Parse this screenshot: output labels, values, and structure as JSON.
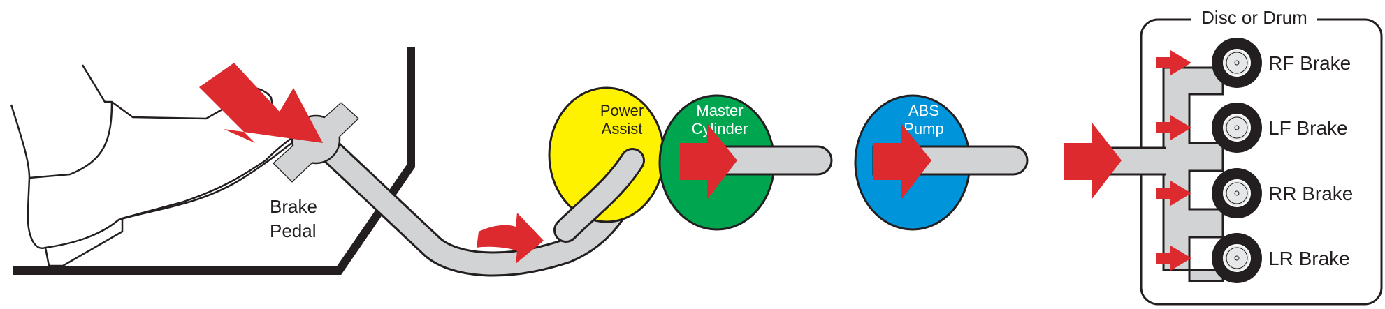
{
  "diagram": {
    "title": "Hydraulic brake system flow",
    "brake_pedal": {
      "label_line1": "Brake",
      "label_line2": "Pedal"
    },
    "components": [
      {
        "id": "power-assist",
        "line1": "Power",
        "line2": "Assist",
        "fill": "#fff200",
        "text_color": "#231f20"
      },
      {
        "id": "master-cylinder",
        "line1": "Master",
        "line2": "Cylinder",
        "fill": "#00a54f",
        "text_color": "#ffffff"
      },
      {
        "id": "abs-pump",
        "line1": "ABS",
        "line2": "Pump",
        "fill": "#0095da",
        "text_color": "#ffffff"
      }
    ],
    "brakes_group": {
      "title": "Disc or Drum",
      "brakes": [
        {
          "label": "RF Brake"
        },
        {
          "label": "LF Brake"
        },
        {
          "label": "RR Brake"
        },
        {
          "label": "LR Brake"
        }
      ]
    },
    "colors": {
      "arrow": "#dc2a2e",
      "pipe": "#d1d3d4",
      "outline": "#231f20"
    }
  }
}
